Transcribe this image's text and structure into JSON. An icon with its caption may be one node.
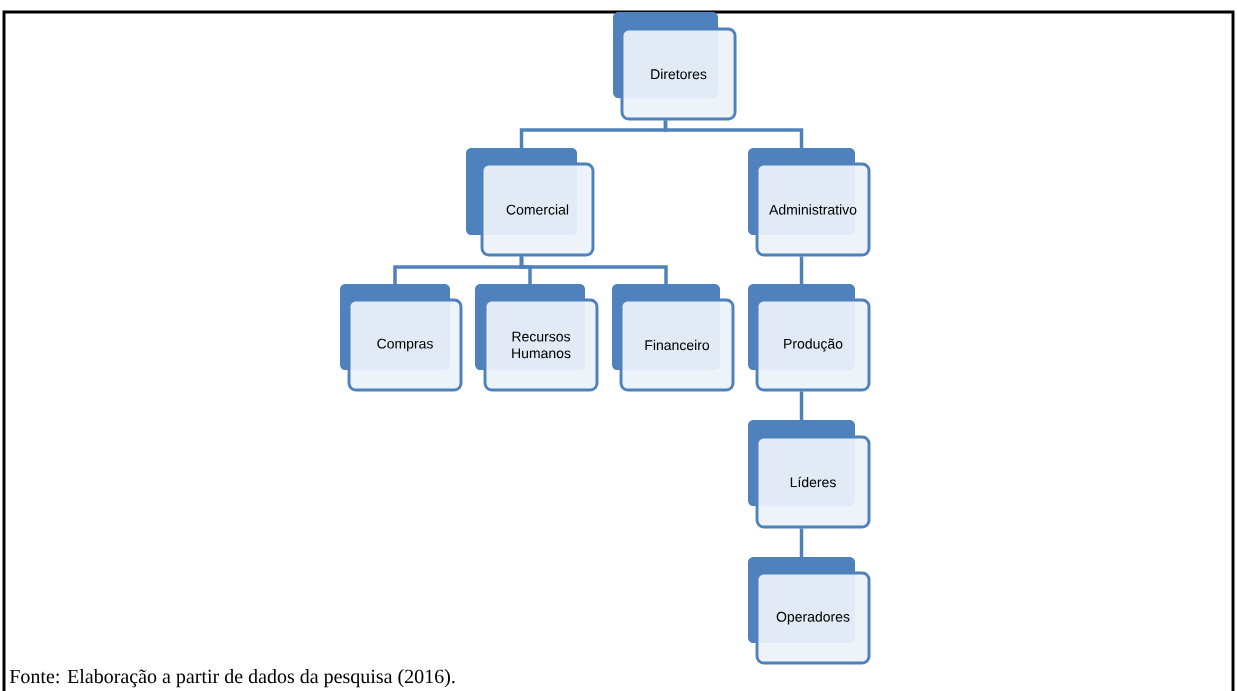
{
  "diagram": {
    "caption": "Fonte: Elaboração a partir de dados da pesquisa (2016).",
    "nodes": [
      {
        "text": [
          "Diretores"
        ]
      },
      {
        "text": [
          "Comercial"
        ]
      },
      {
        "text": [
          "Administrativo"
        ]
      },
      {
        "text": [
          "Compras"
        ]
      },
      {
        "text": [
          "Recursos Humanos"
        ]
      },
      {
        "text": [
          "Financeiro"
        ]
      },
      {
        "text": [
          "Produção"
        ]
      },
      {
        "text": [
          "Líderes"
        ]
      },
      {
        "text": [
          "Operadores"
        ]
      }
    ],
    "edges": [
      {
        "from": 0,
        "to": 1,
        "arrow": "none"
      },
      {
        "from": 0,
        "to": 2,
        "arrow": "none"
      },
      {
        "from": 1,
        "to": 3,
        "arrow": "none"
      },
      {
        "from": 1,
        "to": 4,
        "arrow": "none"
      },
      {
        "from": 1,
        "to": 5,
        "arrow": "none"
      },
      {
        "from": 2,
        "to": 6,
        "arrow": "none"
      },
      {
        "from": 6,
        "to": 7,
        "arrow": "none"
      },
      {
        "from": 7,
        "to": 8,
        "arrow": "none"
      }
    ]
  }
}
